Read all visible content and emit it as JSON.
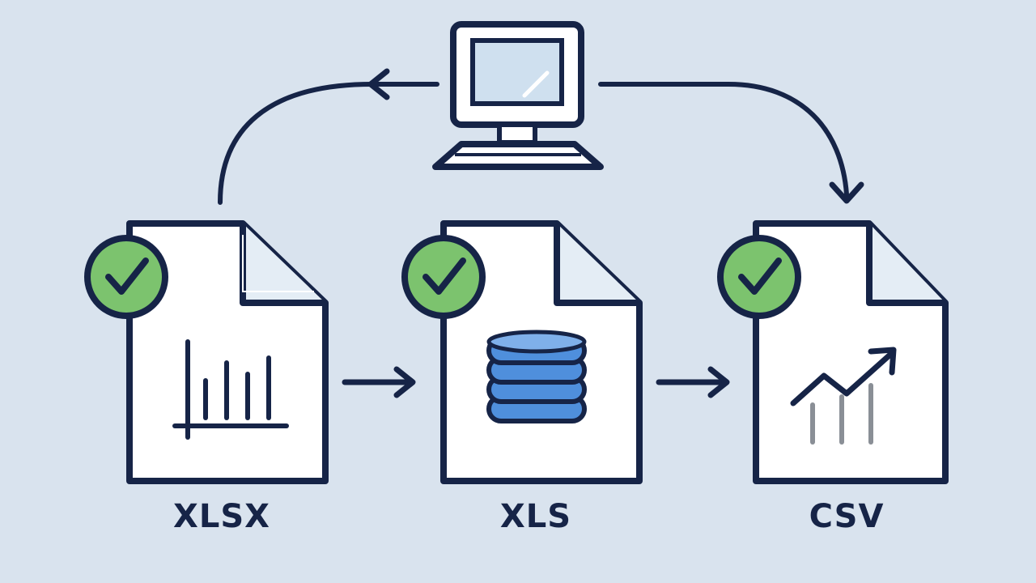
{
  "files": [
    {
      "label": "XLSX",
      "icon": "bar-chart-icon",
      "status": "check-icon"
    },
    {
      "label": "XLS",
      "icon": "database-icon",
      "status": "check-icon"
    },
    {
      "label": "CSV",
      "icon": "trend-chart-icon",
      "status": "check-icon"
    }
  ],
  "computer": {
    "icon": "computer-icon"
  },
  "colors": {
    "background": "#d9e3ee",
    "stroke": "#162447",
    "paper": "#ffffff",
    "check": "#7cc36e",
    "database": "#4f8fdc"
  }
}
